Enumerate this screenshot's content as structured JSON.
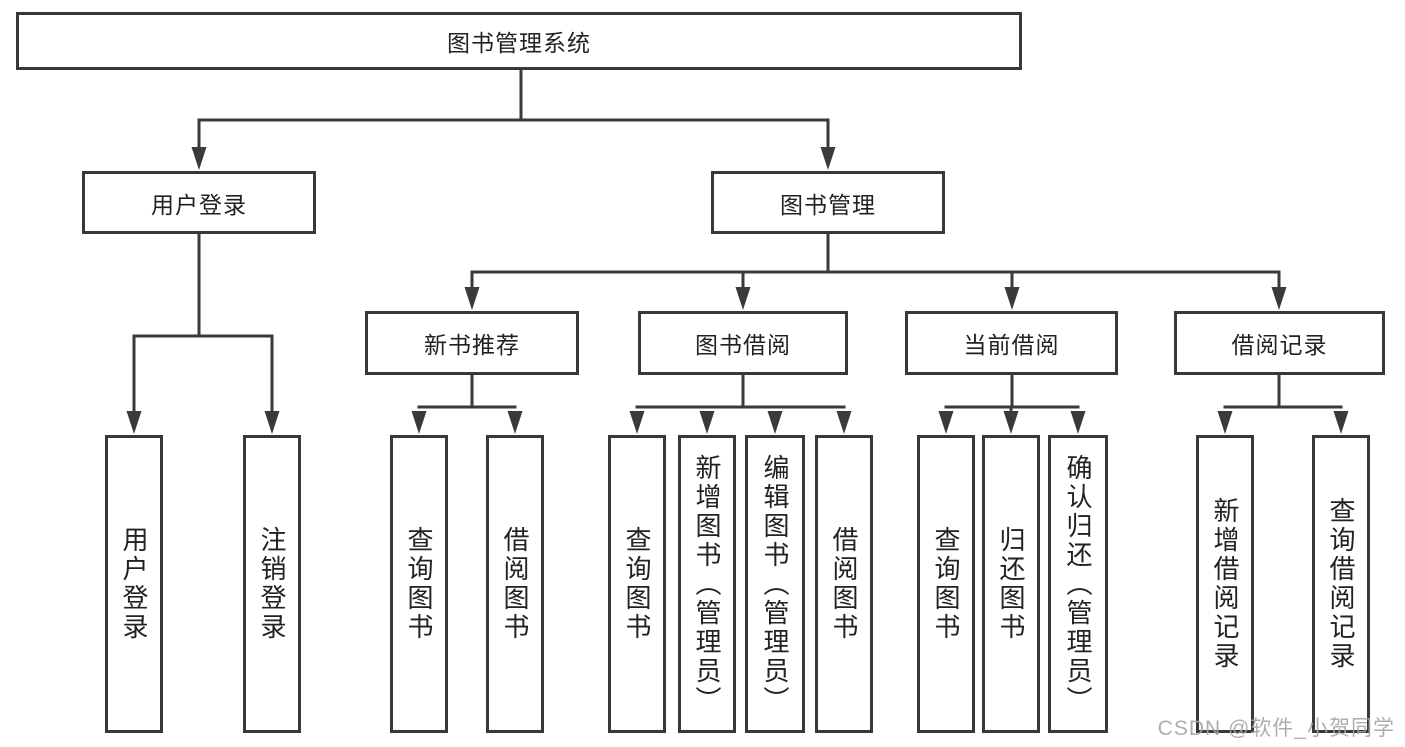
{
  "diagram_title": "图书管理系统",
  "colors": {
    "line": "#3a3a3a",
    "box_border": "#383838",
    "box_fill": "#ffffff",
    "text": "#222222",
    "watermark": "#a5a5a5"
  },
  "tree": {
    "label": "图书管理系统",
    "children": [
      {
        "label": "用户登录",
        "children": [
          {
            "label": "用户登录"
          },
          {
            "label": "注销登录"
          }
        ]
      },
      {
        "label": "图书管理",
        "children": [
          {
            "label": "新书推荐",
            "children": [
              {
                "label": "查询图书"
              },
              {
                "label": "借阅图书"
              }
            ]
          },
          {
            "label": "图书借阅",
            "children": [
              {
                "label": "查询图书"
              },
              {
                "label": "新增图书（管理员）"
              },
              {
                "label": "编辑图书（管理员）"
              },
              {
                "label": "借阅图书"
              }
            ]
          },
          {
            "label": "当前借阅",
            "children": [
              {
                "label": "查询图书"
              },
              {
                "label": "归还图书"
              },
              {
                "label": "确认归还（管理员）"
              }
            ]
          },
          {
            "label": "借阅记录",
            "children": [
              {
                "label": "新增借阅记录"
              },
              {
                "label": "查询借阅记录"
              }
            ]
          }
        ]
      }
    ]
  },
  "watermark": {
    "text": "CSDN @软件_小贺同学"
  }
}
